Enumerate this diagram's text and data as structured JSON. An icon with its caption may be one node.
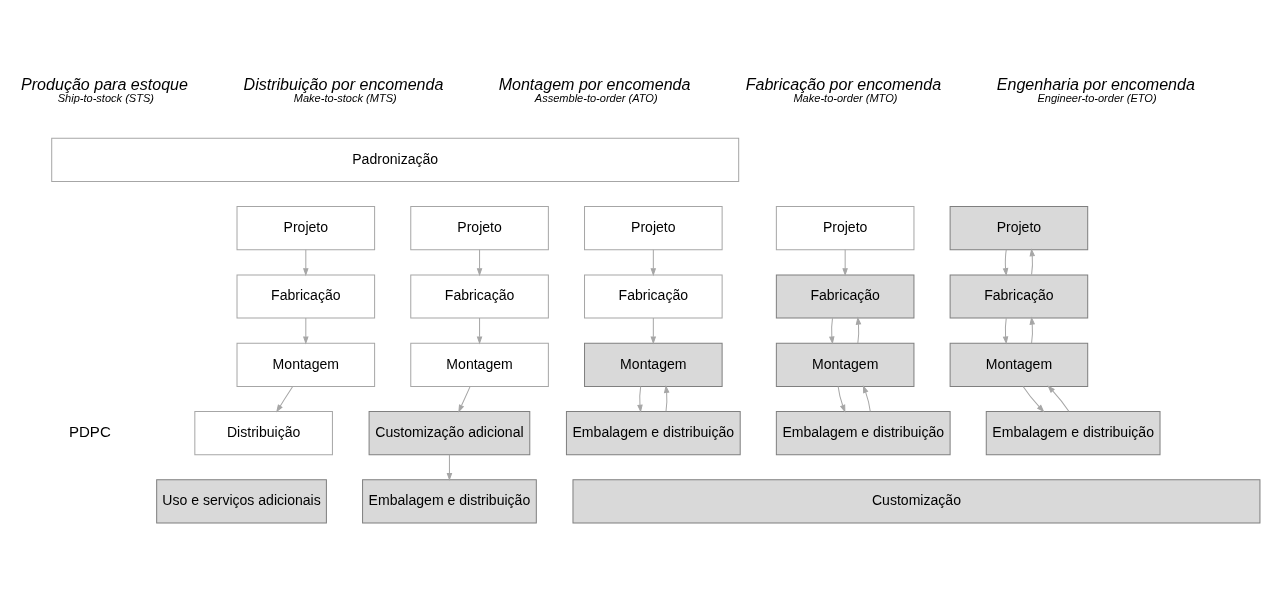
{
  "diagram": {
    "nodes": [
      {
        "text": [
          "Padronização"
        ]
      },
      {
        "text": [
          "Projeto"
        ]
      },
      {
        "text": [
          "Fabricação"
        ]
      },
      {
        "text": [
          "Montagem"
        ]
      },
      {
        "text": [
          "Distribuição"
        ]
      },
      {
        "text": [
          "Uso e serviços adicionais"
        ]
      },
      {
        "text": [
          "Projeto"
        ]
      },
      {
        "text": [
          "Fabricação"
        ]
      },
      {
        "text": [
          "Montagem"
        ]
      },
      {
        "text": [
          "Customização adicional"
        ]
      },
      {
        "text": [
          "Embalagem e distribuição"
        ]
      },
      {
        "text": [
          "Projeto"
        ]
      },
      {
        "text": [
          "Fabricação"
        ]
      },
      {
        "text": [
          "Montagem"
        ]
      },
      {
        "text": [
          "Embalagem e distribuição"
        ]
      },
      {
        "text": [
          "Projeto"
        ]
      },
      {
        "text": [
          "Fabricação"
        ]
      },
      {
        "text": [
          "Montagem"
        ]
      },
      {
        "text": [
          "Embalagem e distribuição"
        ]
      },
      {
        "text": [
          "Projeto"
        ]
      },
      {
        "text": [
          "Fabricação"
        ]
      },
      {
        "text": [
          "Montagem"
        ]
      },
      {
        "text": [
          "Embalagem e distribuição"
        ]
      },
      {
        "text": [
          "Customização"
        ]
      }
    ],
    "edges": [
      {
        "from": 1,
        "to": 2,
        "arrow": "to"
      },
      {
        "from": 2,
        "to": 3,
        "arrow": "to"
      },
      {
        "from": 3,
        "to": 4,
        "arrow": "to"
      },
      {
        "from": 6,
        "to": 7,
        "arrow": "to"
      },
      {
        "from": 7,
        "to": 8,
        "arrow": "to"
      },
      {
        "from": 8,
        "to": 9,
        "arrow": "to"
      },
      {
        "from": 9,
        "to": 10,
        "arrow": "to"
      },
      {
        "from": 11,
        "to": 12,
        "arrow": "to"
      },
      {
        "from": 12,
        "to": 13,
        "arrow": "to"
      },
      {
        "from": 14,
        "to": 13,
        "arrow": "to"
      },
      {
        "from": 13,
        "to": 14,
        "arrow": "to"
      },
      {
        "from": 15,
        "to": 16,
        "arrow": "to"
      },
      {
        "from": 17,
        "to": 16,
        "arrow": "to"
      },
      {
        "from": 16,
        "to": 17,
        "arrow": "to"
      },
      {
        "from": 18,
        "to": 17,
        "arrow": "to"
      },
      {
        "from": 17,
        "to": 18,
        "arrow": "to"
      },
      {
        "from": 20,
        "to": 19,
        "arrow": "to"
      },
      {
        "from": 19,
        "to": 20,
        "arrow": "to"
      },
      {
        "from": 21,
        "to": 20,
        "arrow": "to"
      },
      {
        "from": 20,
        "to": 21,
        "arrow": "to"
      },
      {
        "from": 22,
        "to": 21,
        "arrow": "to"
      },
      {
        "from": 21,
        "to": 22,
        "arrow": "to"
      }
    ],
    "labels": [
      "Produção para estoque",
      "Ship-to-stock (STS)",
      "Distribuição por encomenda",
      "Make-to-stock (MTS)",
      "Montagem por encomenda",
      "Assemble-to-order (ATO)",
      "Fabricação por encomenda",
      "Make-to-order (MTO)",
      "Engenharia por encomenda",
      "Engineer-to-order (ETO)",
      "PDPC"
    ]
  }
}
